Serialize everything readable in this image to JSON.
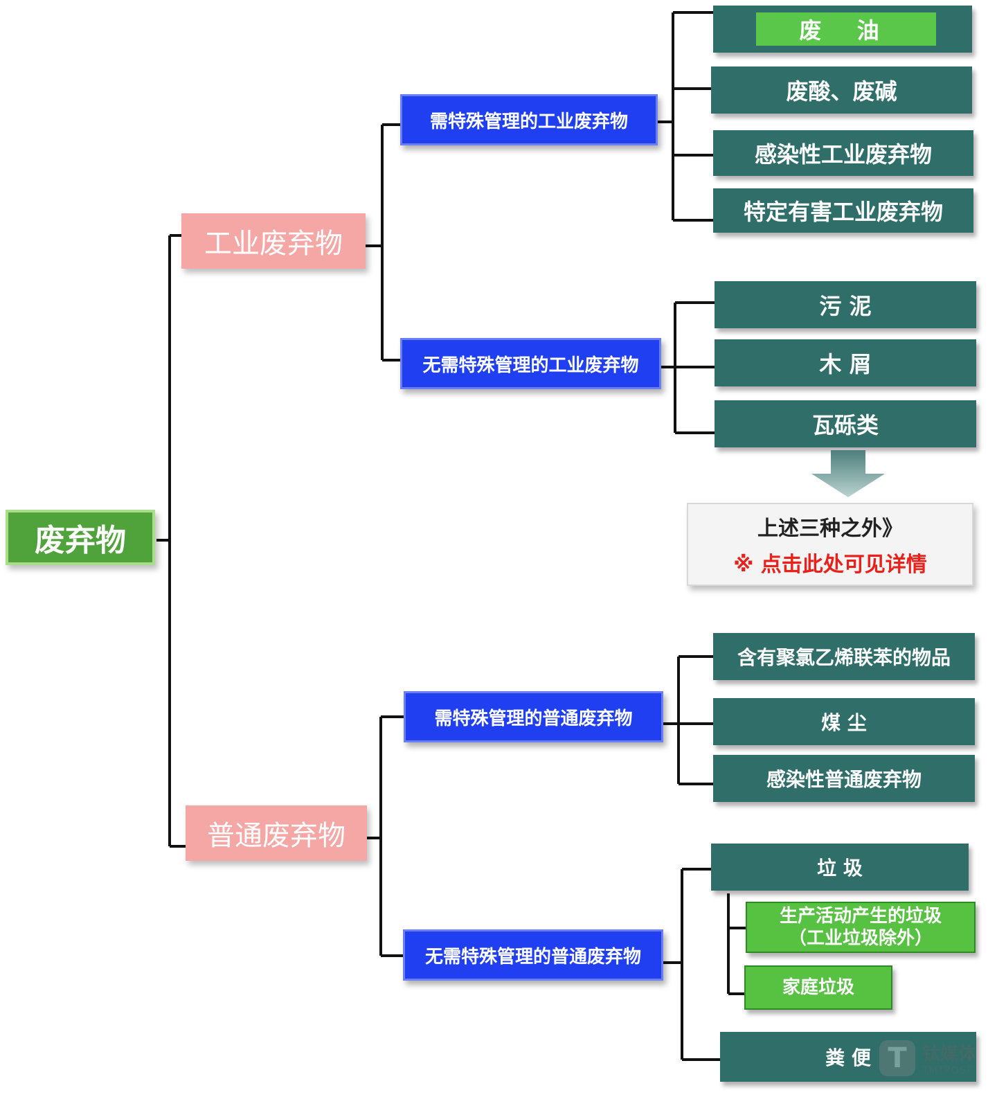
{
  "root": "废弃物",
  "categories": {
    "industrial": {
      "label": "工业废弃物",
      "special": {
        "label": "需特殊管理的工业废弃物",
        "items": [
          "废 油",
          "废酸、废碱",
          "感染性工业废弃物",
          "特定有害工业废弃物"
        ]
      },
      "ordinary": {
        "label": "无需特殊管理的工业废弃物",
        "items": [
          "污 泥",
          "木 屑",
          "瓦砾类"
        ],
        "note_main": "上述三种之外》",
        "note_link": "※ 点击此处可见详情"
      }
    },
    "general": {
      "label": "普通废弃物",
      "special": {
        "label": "需特殊管理的普通废弃物",
        "items": [
          "含有聚氯乙烯联苯的物品",
          "煤 尘",
          "感染性普通废弃物"
        ]
      },
      "ordinary": {
        "label": "无需特殊管理的普通废弃物",
        "garbage": "垃 圾",
        "garbage_sub1": "生产活动产生的垃圾",
        "garbage_sub1b": "（工业垃圾除外）",
        "garbage_sub2": "家庭垃圾",
        "excrement": "粪 便"
      }
    }
  },
  "watermark": {
    "logo": "T",
    "name": "钛媒体",
    "name_en": "TMTPOST"
  },
  "colors": {
    "root": "#4fa33a",
    "level1": "#f4a7a5",
    "level2": "#1f3ff0",
    "leaf": "#2f6e69",
    "highlight": "#5bc74a",
    "link": "#e8211b"
  }
}
